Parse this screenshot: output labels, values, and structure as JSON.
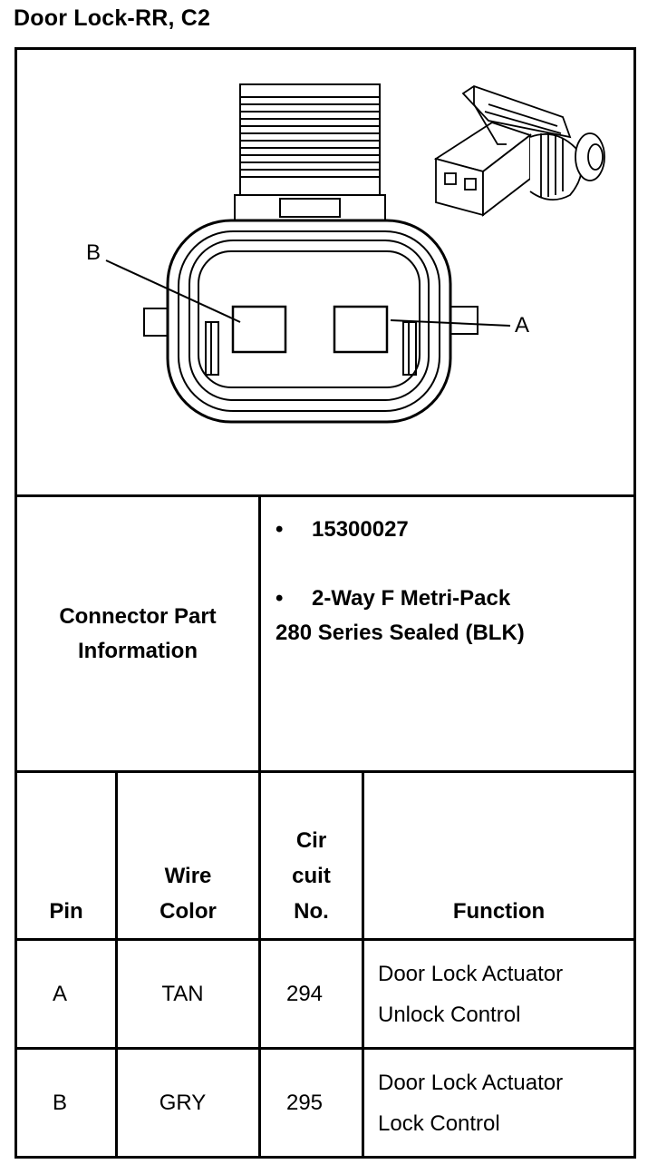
{
  "title": "Door Lock-RR, C2",
  "diagram": {
    "pin_label_b": "B",
    "pin_label_a": "A"
  },
  "connector_info": {
    "label_line1": "Connector Part",
    "label_line2": "Information",
    "bullet_char": "•",
    "part_number": "15300027",
    "description_line1": "2-Way F Metri-Pack",
    "description_line2": "280 Series Sealed (BLK)"
  },
  "table": {
    "headers": {
      "pin": "Pin",
      "wire_line1": "Wire",
      "wire_line2": "Color",
      "cir_line1": "Cir",
      "cir_line2": "cuit",
      "cir_line3": "No.",
      "function": "Function"
    },
    "rows": [
      {
        "pin": "A",
        "wire_color": "TAN",
        "circuit": "294",
        "function_line1": "Door Lock Actuator",
        "function_line2": "Unlock Control"
      },
      {
        "pin": "B",
        "wire_color": "GRY",
        "circuit": "295",
        "function_line1": "Door Lock Actuator",
        "function_line2": "Lock Control"
      }
    ]
  }
}
